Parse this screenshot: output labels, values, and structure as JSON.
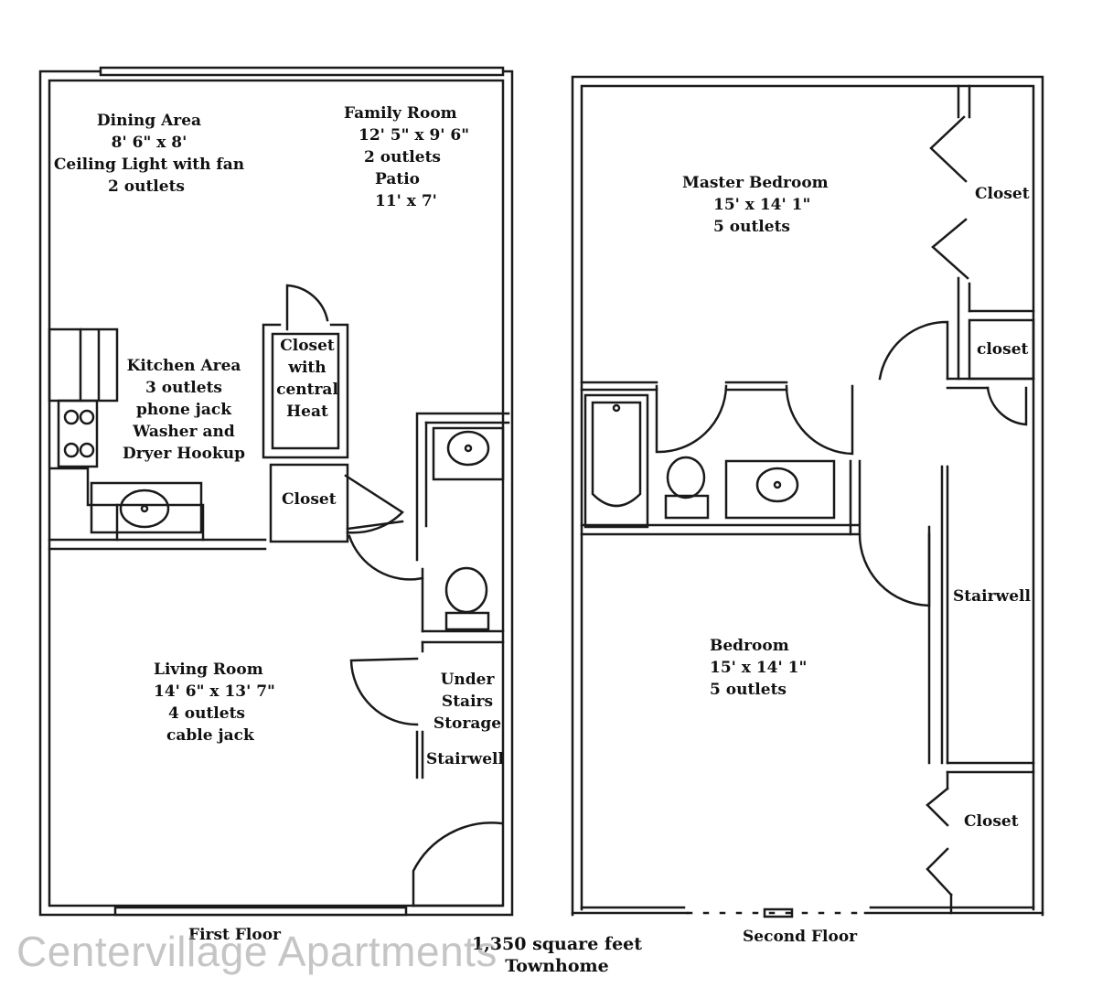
{
  "colors": {
    "line": "#1a1a1a",
    "paper": "#ffffff",
    "watermark": "#969696"
  },
  "first_floor": {
    "dining": {
      "name": "Dining Area",
      "size": "8' 6\" x 8'",
      "note": "Ceiling Light with fan",
      "outlets": "2 outlets"
    },
    "family": {
      "name": "Family Room",
      "size": "12' 5\" x 9' 6\"",
      "outlets": "2 outlets",
      "patio": "Patio",
      "patio_size": "11' x 7'"
    },
    "kitchen": {
      "name": "Kitchen Area",
      "outlets": "3 outlets",
      "phone": "phone jack",
      "washer": "Washer and",
      "dryer": "Dryer Hookup"
    },
    "heat_closet": {
      "l1": "Closet",
      "l2": "with",
      "l3": "central",
      "l4": "Heat"
    },
    "closet": "Closet",
    "living": {
      "name": "Living Room",
      "size": "14' 6\" x 13' 7\"",
      "outlets": "4 outlets",
      "cable": "cable jack"
    },
    "storage": {
      "l1": "Under",
      "l2": "Stairs",
      "l3": "Storage"
    },
    "stairwell": "Stairwell",
    "caption": "First Floor"
  },
  "second_floor": {
    "master": {
      "name": "Master Bedroom",
      "size": "15' x 14' 1\"",
      "outlets": "5 outlets"
    },
    "closet_top": "Closet",
    "closet_small": "closet",
    "bedroom": {
      "name": "Bedroom",
      "size": "15' x 14' 1\"",
      "outlets": "5 outlets"
    },
    "stairwell": "Stairwell",
    "closet_bottom": "Closet",
    "caption": "Second Floor"
  },
  "footer": {
    "area": "1,350 square feet",
    "type": "Townhome"
  },
  "watermark": "Centervillage Apartments"
}
